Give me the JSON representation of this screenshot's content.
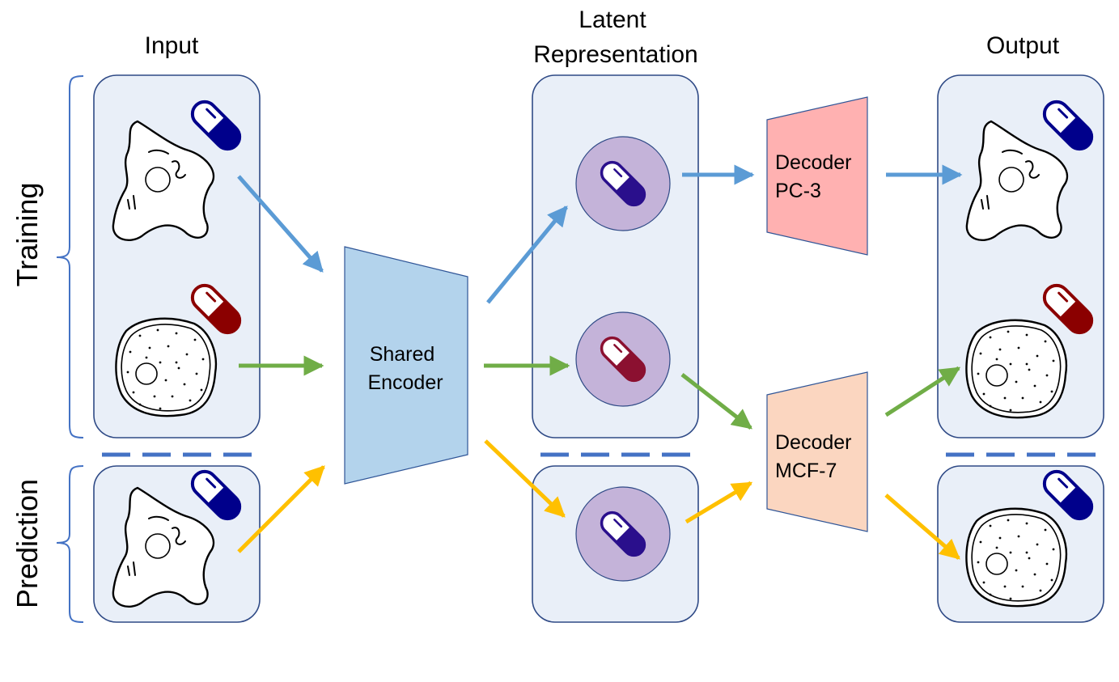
{
  "headings": {
    "input": "Input",
    "latent_line1": "Latent",
    "latent_line2": "Representation",
    "output": "Output"
  },
  "side_labels": {
    "training": "Training",
    "prediction": "Prediction"
  },
  "encoder": {
    "line1": "Shared",
    "line2": "Encoder",
    "color": "#b3d3ec"
  },
  "decoders": [
    {
      "line1": "Decoder",
      "line2": "PC-3",
      "color": "#ffb1b1"
    },
    {
      "line1": "Decoder",
      "line2": "MCF-7",
      "color": "#fbd6c0"
    }
  ],
  "colors": {
    "blue_arrow": "#5b9bd5",
    "green_arrow": "#70ad47",
    "yellow_arrow": "#ffc000",
    "pill_blue": "#00008b",
    "pill_red": "#8b0000",
    "latent_circle": "#c4b3d9",
    "latent_pill_blue": "#2a0f8c",
    "latent_pill_red": "#8b1030",
    "divider": "#4472c4"
  },
  "icons": [
    "capsule-pill-icon",
    "fibroblast-cell-icon",
    "epithelial-cell-icon"
  ]
}
